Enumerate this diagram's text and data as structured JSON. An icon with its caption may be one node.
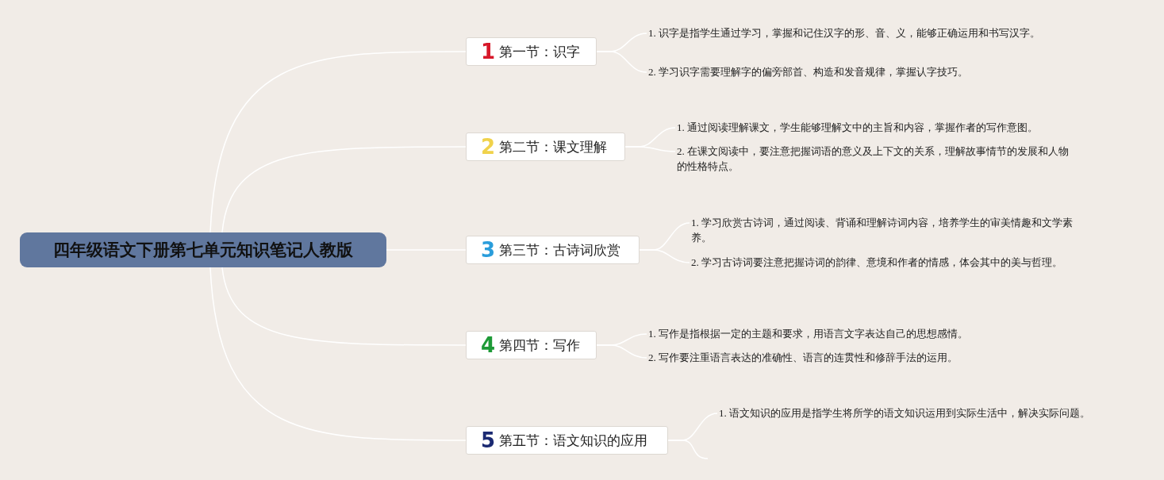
{
  "diagram": {
    "nodes": [
      {
        "text": [
          "四年级语文下册第七单元知识笔记人教版"
        ]
      },
      {
        "text": [
          "1",
          "第一节：识字"
        ]
      },
      {
        "text": [
          "1. 识字是指学生通过学习，掌握和记住汉字的形、音、义，能够正确运用和书写汉字。"
        ]
      },
      {
        "text": [
          "2. 学习识字需要理解字的偏旁部首、构造和发音规律，掌握认字技巧。"
        ]
      },
      {
        "text": [
          "2",
          "第二节：课文理解"
        ]
      },
      {
        "text": [
          "1. 通过阅读理解课文，学生能够理解文中的主旨和内容，掌握作者的写作意图。"
        ]
      },
      {
        "text": [
          "2. 在课文阅读中，要注意把握词语的意义及上下文的关系，理解故事情节的发展和人物的性格特点。"
        ]
      },
      {
        "text": [
          "3",
          "第三节：古诗词欣赏"
        ]
      },
      {
        "text": [
          "1. 学习欣赏古诗词，通过阅读、背诵和理解诗词内容，培养学生的审美情趣和文学素养。"
        ]
      },
      {
        "text": [
          "2. 学习古诗词要注意把握诗词的韵律、意境和作者的情感，体会其中的美与哲理。"
        ]
      },
      {
        "text": [
          "4",
          "第四节：写作"
        ]
      },
      {
        "text": [
          "1. 写作是指根据一定的主题和要求，用语言文字表达自己的思想感情。"
        ]
      },
      {
        "text": [
          "2. 写作要注重语言表达的准确性、语言的连贯性和修辞手法的运用。"
        ]
      },
      {
        "text": [
          "5",
          "第五节：语文知识的应用"
        ]
      },
      {
        "text": [
          "1. 语文知识的应用是指学生将所学的语文知识运用到实际生活中，解决实际问题。"
        ]
      }
    ],
    "edges": [
      {
        "from": 0,
        "to": 1,
        "arrow": "none"
      },
      {
        "from": 0,
        "to": 4,
        "arrow": "none"
      },
      {
        "from": 0,
        "to": 7,
        "arrow": "none"
      },
      {
        "from": 0,
        "to": 10,
        "arrow": "none"
      },
      {
        "from": 0,
        "to": 13,
        "arrow": "none"
      },
      {
        "from": 1,
        "to": 2,
        "arrow": "none"
      },
      {
        "from": 1,
        "to": 3,
        "arrow": "none"
      },
      {
        "from": 4,
        "to": 5,
        "arrow": "none"
      },
      {
        "from": 4,
        "to": 6,
        "arrow": "none"
      },
      {
        "from": 7,
        "to": 8,
        "arrow": "none"
      },
      {
        "from": 7,
        "to": 9,
        "arrow": "none"
      },
      {
        "from": 10,
        "to": 11,
        "arrow": "none"
      },
      {
        "from": 10,
        "to": 12,
        "arrow": "none"
      },
      {
        "from": 13,
        "to": 14,
        "arrow": "none"
      },
      {
        "from": 13,
        "to": null,
        "arrow": "none"
      }
    ]
  }
}
